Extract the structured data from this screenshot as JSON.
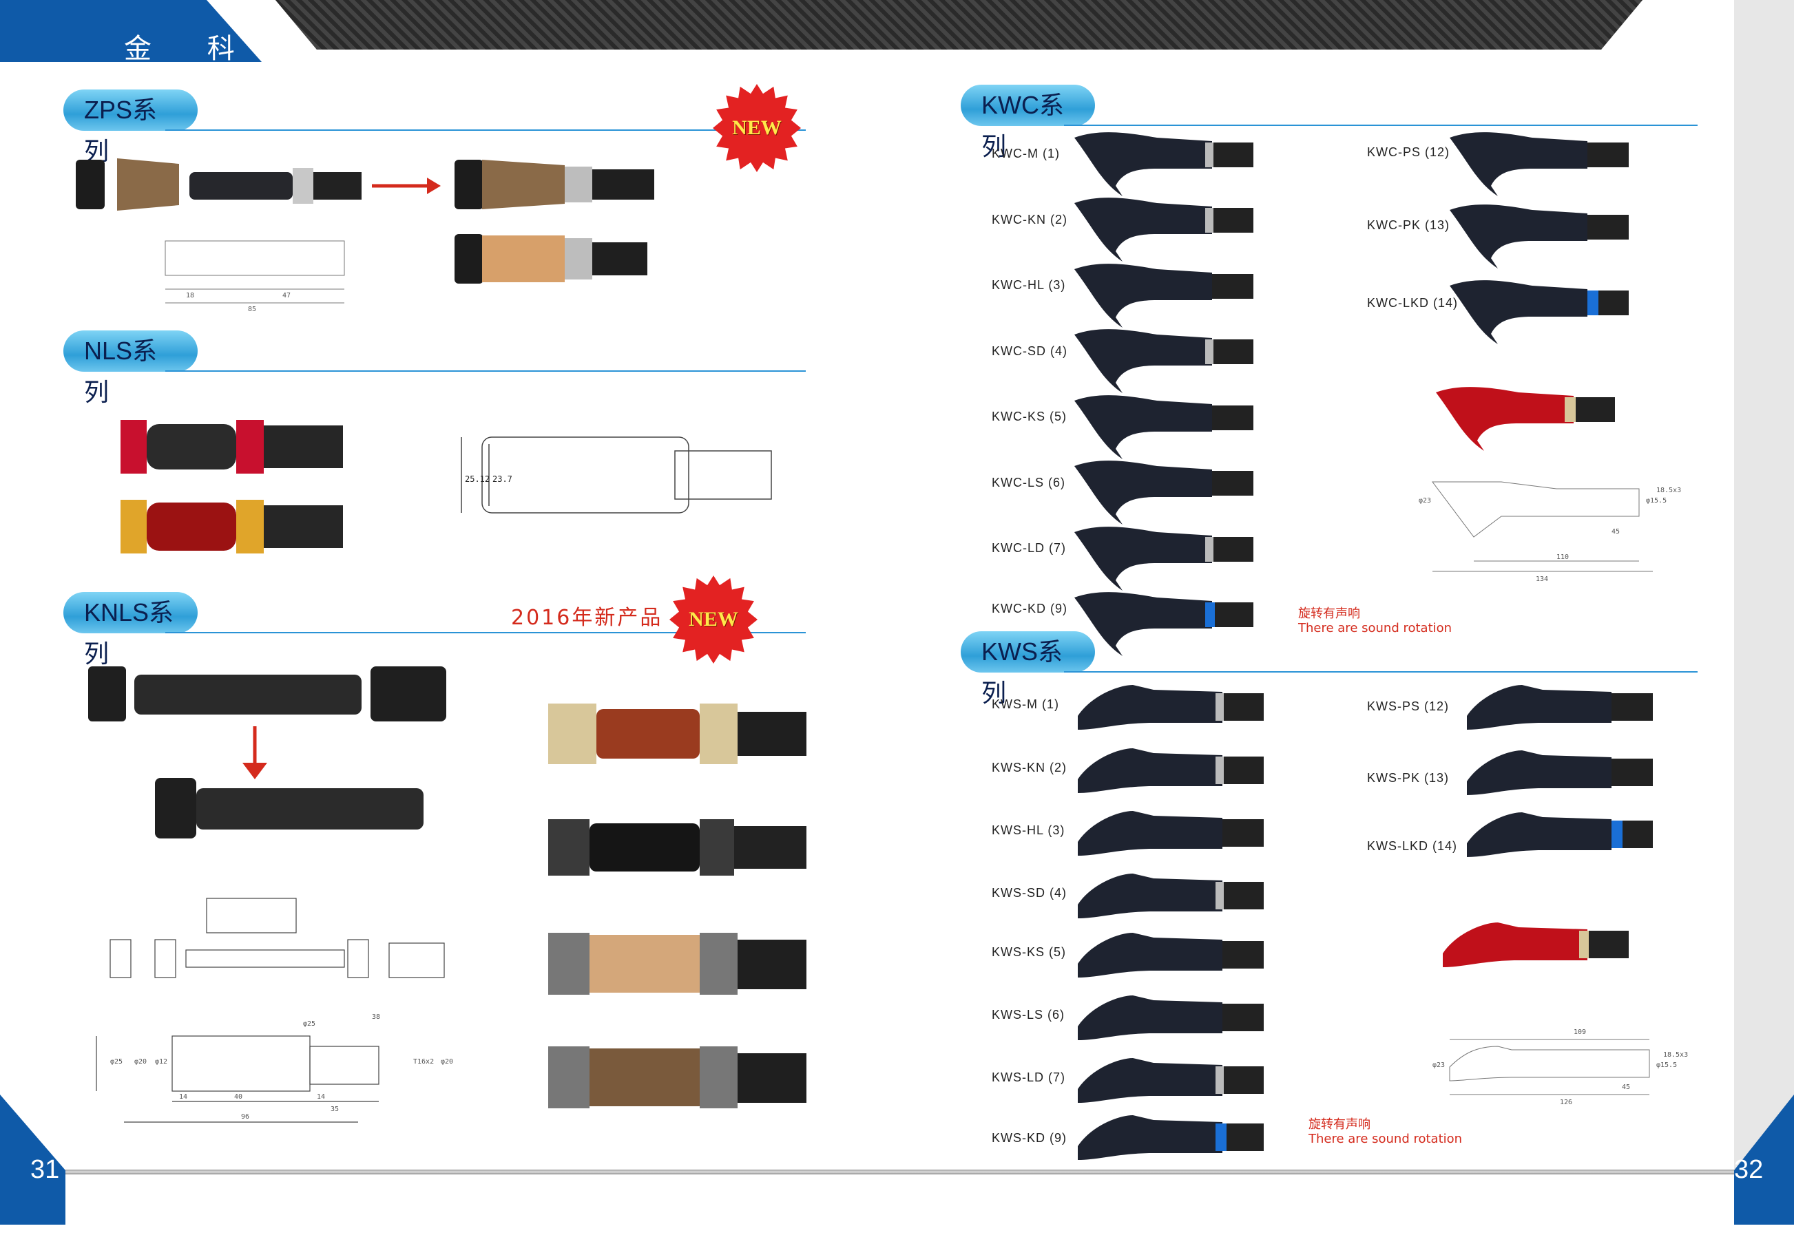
{
  "header": {
    "brand": "金 科"
  },
  "pages": {
    "left_number": "31",
    "right_number": "32"
  },
  "sections": {
    "zps": {
      "title": "ZPS系 列",
      "badge": "NEW"
    },
    "nls": {
      "title": "NLS系列"
    },
    "knls": {
      "title": "KNLS系列",
      "badge": "NEW",
      "new_product": "2016年新产品"
    },
    "kwc": {
      "title": "KWC系列",
      "left_models": [
        "KWC-M (1)",
        "KWC-KN (2)",
        "KWC-HL (3)",
        "KWC-SD (4)",
        "KWC-KS (5)",
        "KWC-LS (6)",
        "KWC-LD (7)",
        "KWC-KD (9)"
      ],
      "right_models": [
        "KWC-PS (12)",
        "KWC-PK (13)",
        "KWC-LKD (14)"
      ],
      "note_cn": "旋转有声响",
      "note_en": "There are sound rotation"
    },
    "kws": {
      "title": "KWS系列",
      "left_models": [
        "KWS-M (1)",
        "KWS-KN (2)",
        "KWS-HL (3)",
        "KWS-SD (4)",
        "KWS-KS (5)",
        "KWS-LS (6)",
        "KWS-LD (7)",
        "KWS-KD (9)"
      ],
      "right_models": [
        "KWS-PS (12)",
        "KWS-PK (13)",
        "KWS-LKD (14)"
      ],
      "note_cn": "旋转有声响",
      "note_en": "There are sound rotation"
    }
  },
  "drawings": {
    "nls_dims": [
      "25.12",
      "23.7"
    ],
    "zps_dims": [
      "18",
      "47",
      "85"
    ],
    "knls_dims": [
      "14",
      "40",
      "96",
      "14",
      "35",
      "38"
    ],
    "knls_side_dims": [
      "φ25",
      "φ20",
      "φ12",
      "φ25",
      "T16x2",
      "φ20"
    ],
    "kwc_dims": [
      "45",
      "110",
      "134",
      "φ23",
      "φ15.5",
      "18.5x3"
    ],
    "kws_dims": [
      "109",
      "45",
      "126",
      "φ23",
      "φ15.5",
      "18.5x3"
    ]
  },
  "colors": {
    "accent_blue": "#0f5aa8",
    "section_blue": "#2f9fd8",
    "new_red": "#e32222",
    "note_red": "#d42a1c"
  }
}
